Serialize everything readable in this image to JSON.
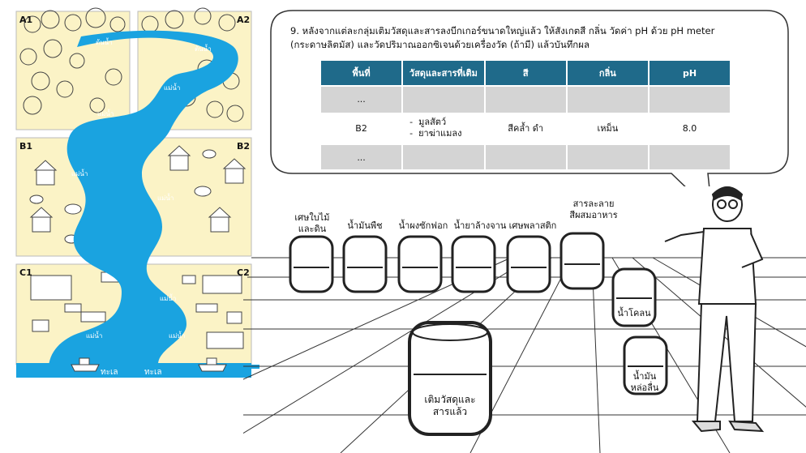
{
  "map": {
    "areas": [
      {
        "id": "A1",
        "label": "A1"
      },
      {
        "id": "A2",
        "label": "A2"
      },
      {
        "id": "B1",
        "label": "B1"
      },
      {
        "id": "B2",
        "label": "B2"
      },
      {
        "id": "C1",
        "label": "C1"
      },
      {
        "id": "C2",
        "label": "C2"
      }
    ],
    "upstream_label": "ต้นน้ำ",
    "river_label": "แม่น้ำ",
    "sea_label": "ทะเล",
    "river_color": "#1aa3e0",
    "area_color": "#fbf3c6"
  },
  "instruction": "9. หลังจากแต่ละกลุ่มเติมวัสดุและสารลงบีกเกอร์ขนาดใหญ่แล้ว ให้สังเกตสี กลิ่น วัดค่า pH ด้วย pH meter (กระดาษลิตมัส) และวัดปริมาณออกซิเจนด้วยเครื่องวัด (ถ้ามี) แล้วบันทึกผล",
  "table": {
    "headers": [
      "พื้นที่",
      "วัสดุและสารที่เติม",
      "สี",
      "กลิ่น",
      "pH"
    ],
    "header_color": "#1f6a8a",
    "rows": [
      {
        "area": "...",
        "materials": [],
        "color": "",
        "smell": "",
        "ph": ""
      },
      {
        "area": "B2",
        "materials": [
          "มูลสัตว์",
          "ยาฆ่าแมลง"
        ],
        "color": "สีคล้ำ ดำ",
        "smell": "เหม็น",
        "ph": "8.0"
      },
      {
        "area": "...",
        "materials": [],
        "color": "",
        "smell": "",
        "ph": ""
      }
    ]
  },
  "jars": {
    "dry_leaves": "เศษใบไม้\nและดิน",
    "vegetable_oil": "น้ำมันพืช",
    "detergent": "น้ำผงซักฟอก",
    "dish_soap": "น้ำยาล้างจาน",
    "plastic": "เศษพลาสติก",
    "food_coloring": "สารละลาย\nสีผสมอาหาร",
    "mud_water": "น้ำโคลน",
    "lubricant": "น้ำมัน\nหล่อลื่น",
    "big_beaker": "เติมวัสดุและ\nสารแล้ว"
  }
}
